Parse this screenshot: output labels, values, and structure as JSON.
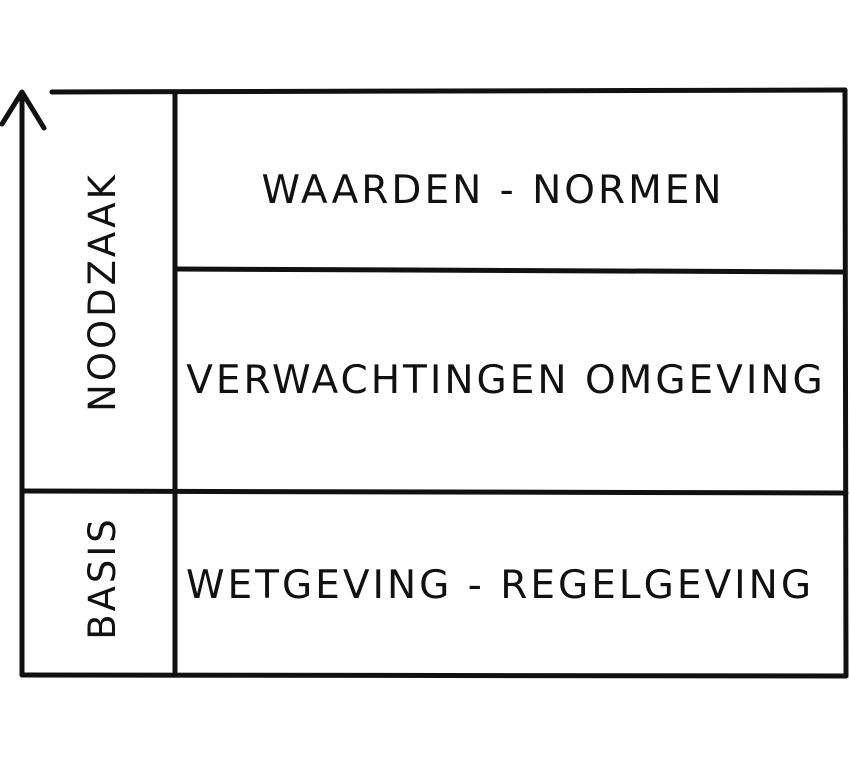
{
  "diagram": {
    "axis_label_top": "NOODZAAK",
    "axis_label_bottom": "BASIS",
    "rows": [
      {
        "label": "WAARDEN - NORMEN"
      },
      {
        "label": "VERWACHTINGEN OMGEVING"
      },
      {
        "label": "WETGEVING - REGELGEVING"
      }
    ]
  },
  "colors": {
    "ink": "#111111",
    "paper": "#ffffff"
  },
  "icons": {
    "axis_arrow": "arrow-up-icon"
  }
}
